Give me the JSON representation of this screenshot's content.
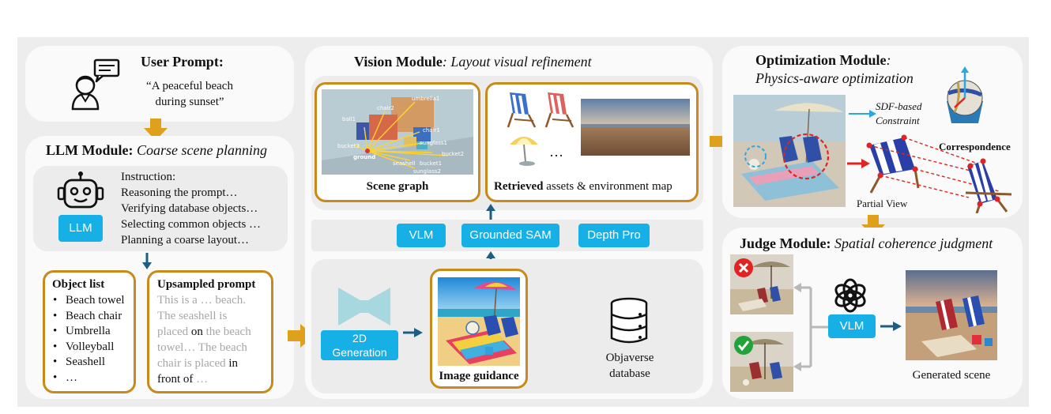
{
  "user_prompt": {
    "title": "User Prompt:",
    "quote_line1": "“A peaceful beach",
    "quote_line2": "during sunset”"
  },
  "llm_module": {
    "title_bold": "LLM Module:",
    "title_italic": "Coarse scene planning",
    "llm_label": "LLM",
    "instruction": [
      "Instruction:",
      "Reasoning the prompt…",
      "Verifying database objects…",
      "Selecting common objects …",
      "Planning a coarse layout…"
    ],
    "object_list_title": "Object list",
    "object_list": [
      "Beach towel",
      "Beach chair",
      "Umbrella",
      "Volleyball",
      "Seashell",
      "…"
    ],
    "upsampled_title": "Upsampled prompt",
    "upsampled_segments": {
      "l1": "This is a … beach.",
      "l2": "The seashell is",
      "l3a": "placed ",
      "l3b": "on",
      "l3c": " the beach",
      "l4": "towel… The beach",
      "l5a": "chair is placed ",
      "l5b": "in",
      "l6a": "front of",
      "l6b": " …"
    }
  },
  "vision_module": {
    "title_bold": "Vision Module",
    "title_italic": ": Layout visual refinement",
    "scene_graph_label": "Scene graph",
    "scene_graph_nodes": [
      "chair2",
      "umbrella1",
      "ball1",
      "chair1",
      "bucket3",
      "sunglass1",
      "ground",
      "seashell",
      "bucket1",
      "bucket2",
      "sunglass2"
    ],
    "retrieved_bold": "Retrieved",
    "retrieved_rest": " assets & environment map",
    "ellipsis": "…",
    "tools": [
      "VLM",
      "Grounded SAM",
      "Depth Pro"
    ],
    "generation_label_line1": "2D",
    "generation_label_line2": "Generation",
    "image_guidance_label": "Image guidance",
    "database_line1": "Objaverse",
    "database_line2": "database"
  },
  "optimization_module": {
    "title_bold": "Optimization Module",
    "title_colon": ":",
    "subtitle": "Physics-aware optimization",
    "sdf_line1": "SDF-based",
    "sdf_line2": "Constraint",
    "correspondence": "Correspondence",
    "partial_view": "Partial View"
  },
  "judge_module": {
    "title_bold": "Judge Module:",
    "title_italic": "Spatial coherence judgment",
    "vlm_label": "VLM",
    "generated_scene": "Generated scene"
  },
  "colors": {
    "gold": "#c88a1a",
    "arrow_orange": "#dfa01c",
    "tool_blue": "#16b0e6",
    "arrow_dark_blue": "#1c5f83",
    "reject_red": "#e02424",
    "accept_green": "#22a33a"
  }
}
